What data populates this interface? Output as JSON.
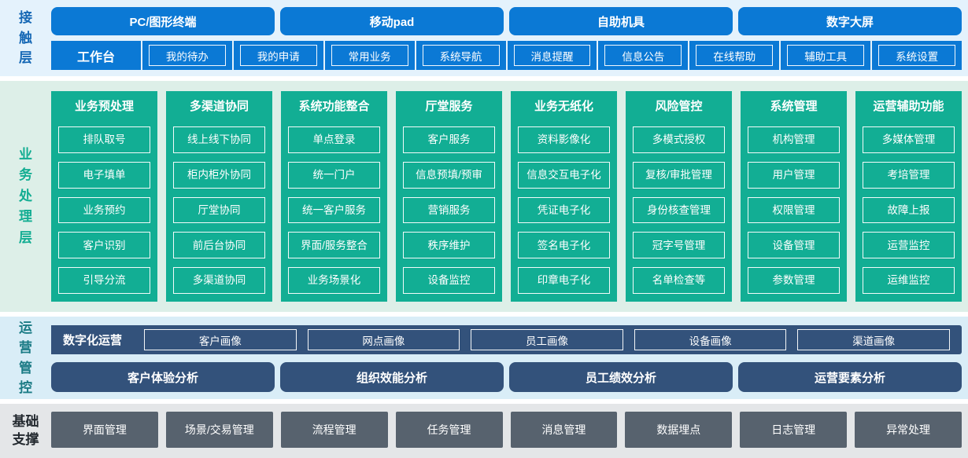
{
  "layers": {
    "contact": {
      "label": "接触层",
      "devices": [
        "PC/图形终端",
        "移动pad",
        "自助机具",
        "数字大屏"
      ],
      "workbench": {
        "label": "工作台",
        "items": [
          "我的待办",
          "我的申请",
          "常用业务",
          "系统导航",
          "消息提醒",
          "信息公告",
          "在线帮助",
          "辅助工具",
          "系统设置"
        ]
      }
    },
    "business": {
      "label": "业务处理层",
      "columns": [
        {
          "title": "业务预处理",
          "items": [
            "排队取号",
            "电子填单",
            "业务预约",
            "客户识别",
            "引导分流"
          ]
        },
        {
          "title": "多渠道协同",
          "items": [
            "线上线下协同",
            "柜内柜外协同",
            "厅堂协同",
            "前后台协同",
            "多渠道协同"
          ]
        },
        {
          "title": "系统功能整合",
          "items": [
            "单点登录",
            "统一门户",
            "统一客户服务",
            "界面/服务整合",
            "业务场景化"
          ]
        },
        {
          "title": "厅堂服务",
          "items": [
            "客户服务",
            "信息预填/预审",
            "营销服务",
            "秩序维护",
            "设备监控"
          ]
        },
        {
          "title": "业务无纸化",
          "items": [
            "资料影像化",
            "信息交互电子化",
            "凭证电子化",
            "签名电子化",
            "印章电子化"
          ]
        },
        {
          "title": "风险管控",
          "items": [
            "多模式授权",
            "复核/审批管理",
            "身份核查管理",
            "冠字号管理",
            "名单检查等"
          ]
        },
        {
          "title": "系统管理",
          "items": [
            "机构管理",
            "用户管理",
            "权限管理",
            "设备管理",
            "参数管理"
          ]
        },
        {
          "title": "运营辅助功能",
          "items": [
            "多媒体管理",
            "考培管理",
            "故障上报",
            "运营监控",
            "运维监控"
          ]
        }
      ]
    },
    "operation": {
      "label": "运营管控",
      "digital": {
        "label": "数字化运营",
        "items": [
          "客户画像",
          "网点画像",
          "员工画像",
          "设备画像",
          "渠道画像"
        ]
      },
      "analysis": [
        "客户体验分析",
        "组织效能分析",
        "员工绩效分析",
        "运营要素分析"
      ]
    },
    "foundation": {
      "label": "基础支撑",
      "items": [
        "界面管理",
        "场景/交易管理",
        "流程管理",
        "任务管理",
        "消息管理",
        "数据埋点",
        "日志管理",
        "异常处理"
      ]
    }
  },
  "colors": {
    "accent_blue": "#0b79d5",
    "accent_green": "#12ae94",
    "accent_slate": "#33527b",
    "accent_gray": "#57626e",
    "band_contact_bg": "#e4f2fc",
    "band_business_bg": "#ddefe8",
    "band_operation_bg": "#d9edf7",
    "band_foundation_bg": "#e4e6e8",
    "label_blue": "#1668b5",
    "label_green": "#12ad92",
    "label_teal": "#1b7b85",
    "label_dark": "#23292f"
  }
}
